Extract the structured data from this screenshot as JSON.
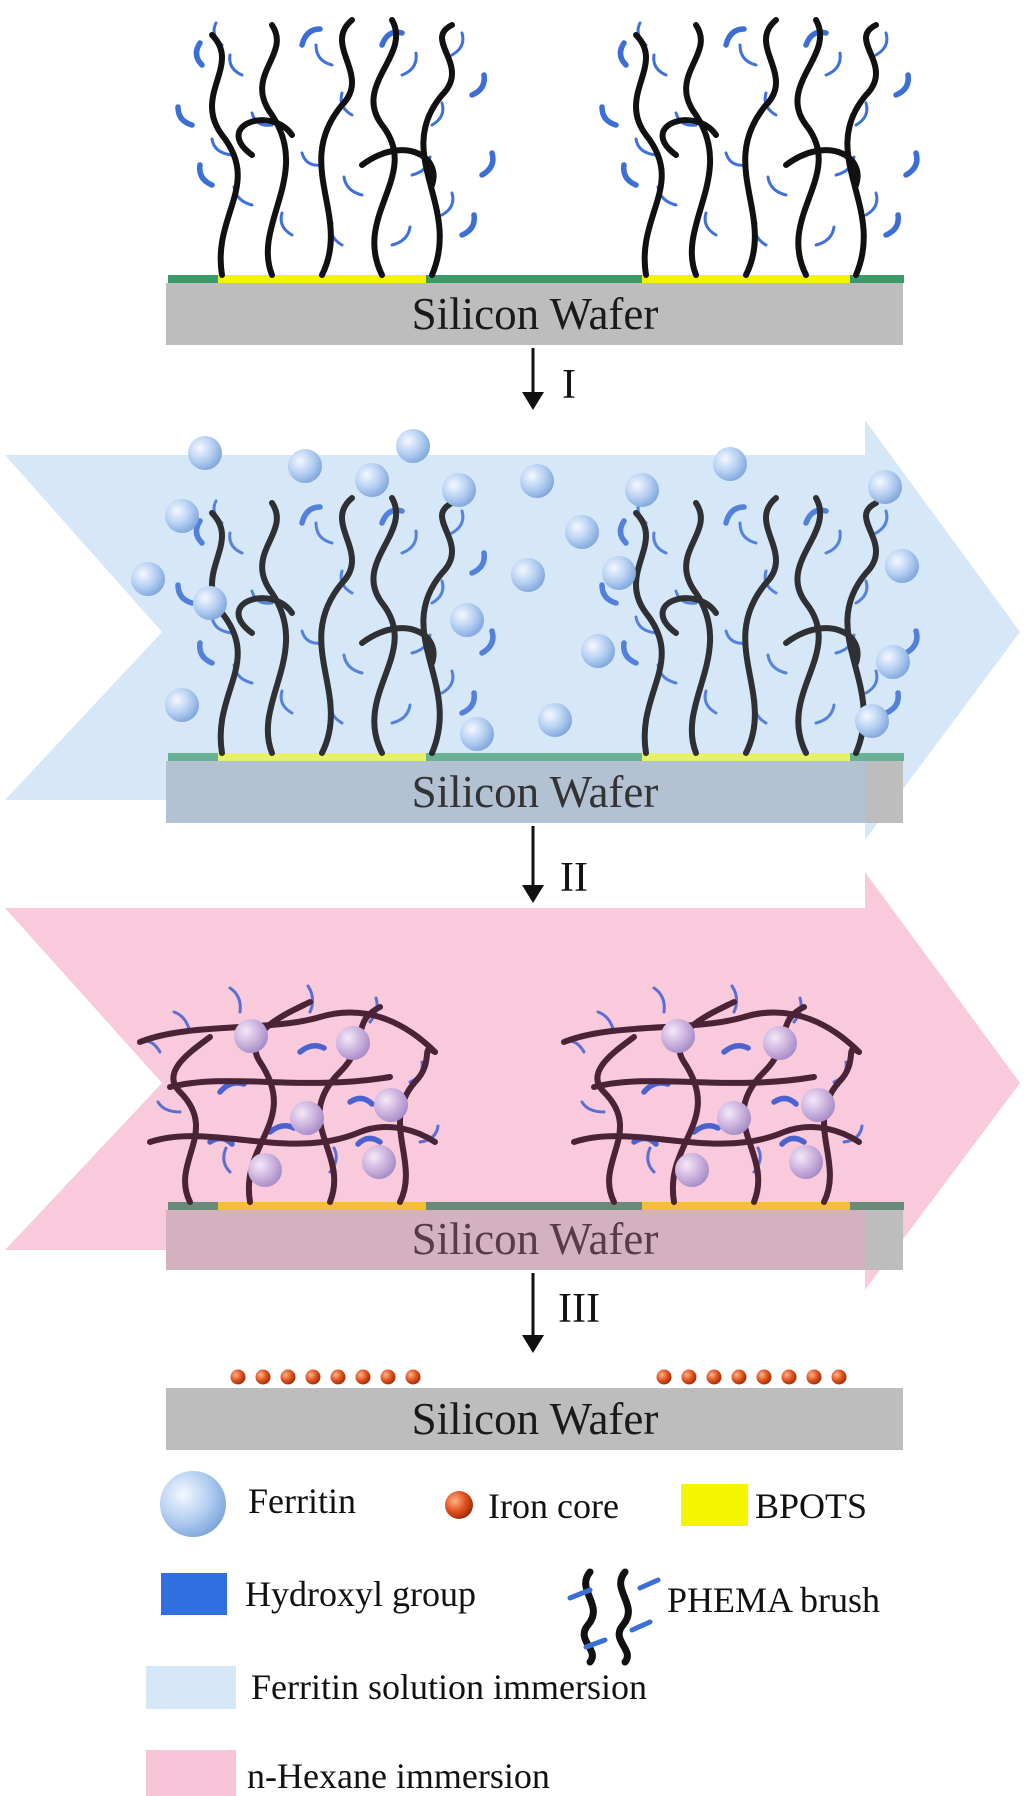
{
  "wafer_label": "Silicon Wafer",
  "steps": [
    "I",
    "II",
    "III"
  ],
  "legend": {
    "ferritin": "Ferritin",
    "iron_core": "Iron core",
    "bpots": "BPOTS",
    "hydroxyl": "Hydroxyl group",
    "phema": "PHEMA brush",
    "ferritin_solution": "Ferritin solution immersion",
    "hexane": "n-Hexane immersion"
  },
  "colors": {
    "wafer": "#bdbdbd",
    "bpots": "#f5f500",
    "substrate_film": "#3a9a6a",
    "brush_backbone": "#111111",
    "hydroxyl": "#2f6fe0",
    "ferritin": "#a9c8f0",
    "iron_core": "#d8471a",
    "ferritin_solution": "#cfe3f6",
    "hexane": "#f7c4d8"
  }
}
